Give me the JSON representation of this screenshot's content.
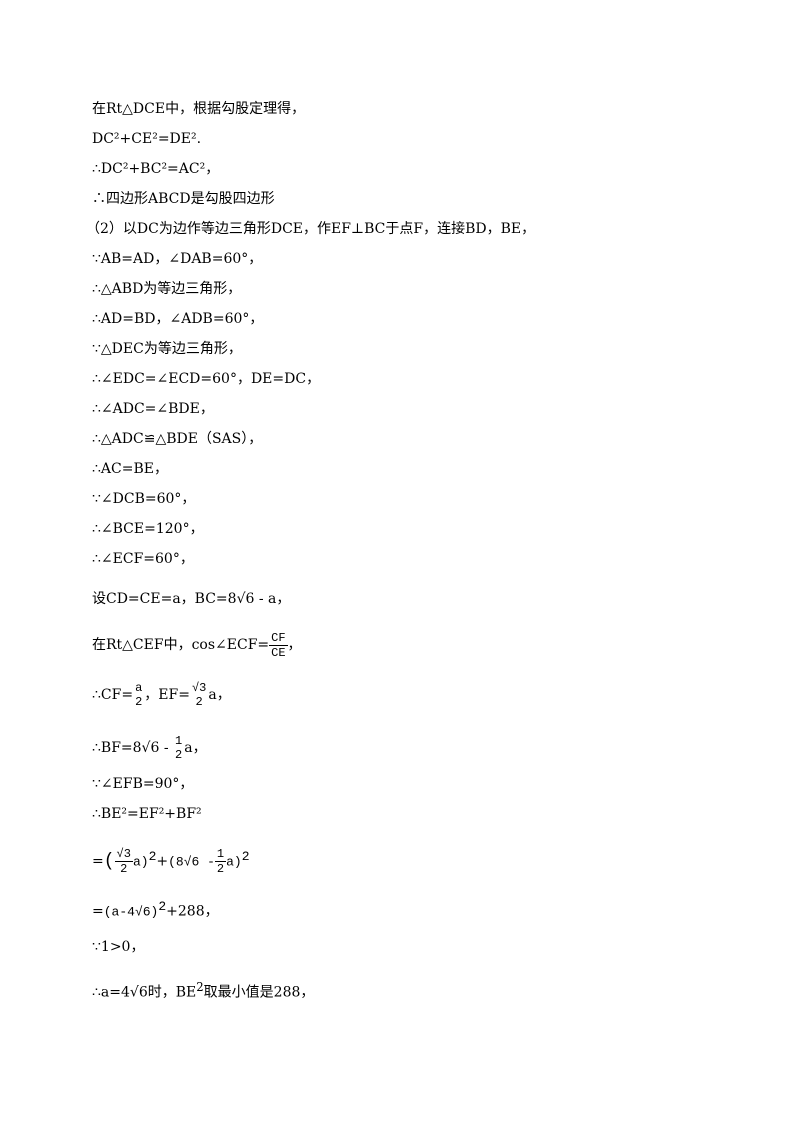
{
  "lines": [
    "在Rt△DCE中，根据勾股定理得，",
    "DC²+CE²=DE².",
    "∴DC²+BC²=AC²，",
    "∴四边形ABCD是勾股四边形",
    "（2）以DC为边作等边三角形DCE，作EF⊥BC于点F，连接BD，BE，",
    "∵AB=AD，∠DAB=60°，",
    "∴△ABD为等边三角形，",
    "∴AD=BD，∠ADB=60°，",
    "∵△DEC为等边三角形，",
    "∴∠EDC=∠ECD=60°，DE=DC，",
    "∴∠ADC=∠BDE，",
    "∴△ADC≌△BDE（SAS），",
    "∴AC=BE，",
    "∵∠DCB=60°，",
    "∴∠BCE=120°，",
    "∴∠ECF=60°，",
    "设CD=CE=a，BC=8√6 - a，"
  ],
  "l18": {
    "pre": "在Rt△CEF中，cos∠ECF=",
    "num": "CF",
    "den": "CE",
    "post": "，"
  },
  "l19": {
    "pre": "∴CF=",
    "f1num": "a",
    "f1den": "2",
    "mid": "，EF=",
    "f2num": "√3",
    "f2den": "2",
    "post": "a，"
  },
  "l20": {
    "pre": "∴BF=8√6 - ",
    "num": "1",
    "den": "2",
    "post": "a，"
  },
  "l21": "∵∠EFB=90°，",
  "l22": "∴BE²=EF²+BF²",
  "l23": {
    "eq": "=",
    "p1open": "(",
    "f1num": "√3",
    "f1den": "2",
    "p1close": "a)",
    "exp1": "2",
    "plus": "+",
    "p2open": "(8√6 -",
    "f2num": "1",
    "f2den": "2",
    "p2close": "a)",
    "exp2": "2"
  },
  "l24": {
    "eq": "=",
    "expr": "(a-4√6)",
    "exp": "2",
    "post": "+288，"
  },
  "l25": "∵1>0，",
  "l26": {
    "pre": "∴a=4√6时，BE",
    "sup": "2",
    "post": "取最小值是288，"
  }
}
